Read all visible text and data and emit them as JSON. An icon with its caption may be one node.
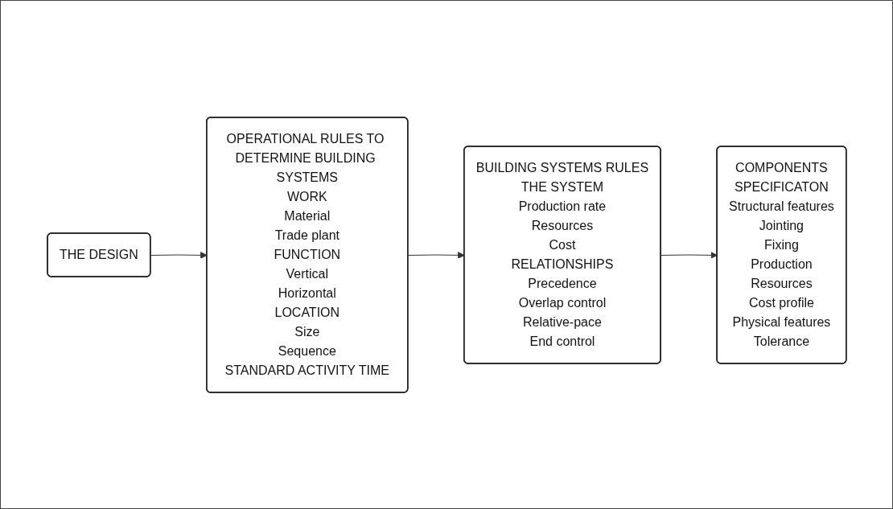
{
  "diagram": {
    "nodes": [
      {
        "text": [
          "THE DESIGN"
        ]
      },
      {
        "text": [
          "OPERATIONAL RULES TO DETERMINE BUILDING SYSTEMS",
          "WORK",
          "Material",
          "Trade plant",
          "FUNCTION",
          "Vertical",
          "Horizontal",
          "LOCATION",
          "Size",
          "Sequence",
          "STANDARD ACTIVITY TIME"
        ]
      },
      {
        "text": [
          "BUILDING SYSTEMS RULES",
          "THE SYSTEM",
          "Production rate",
          "Resources",
          "Cost",
          "RELATIONSHIPS",
          "Precedence",
          "Overlap control",
          "Relative-pace",
          "End control"
        ]
      },
      {
        "text": [
          "COMPONENTS",
          "SPECIFICATON",
          "Structural features",
          "Jointing",
          "Fixing",
          "Production",
          "Resources",
          "Cost profile",
          "Physical features",
          "Tolerance"
        ]
      }
    ],
    "edges": [
      {
        "from": 0,
        "to": 1,
        "arrow": "to"
      },
      {
        "from": 1,
        "to": 2,
        "arrow": "to"
      },
      {
        "from": 2,
        "to": 3,
        "arrow": "to"
      }
    ]
  }
}
